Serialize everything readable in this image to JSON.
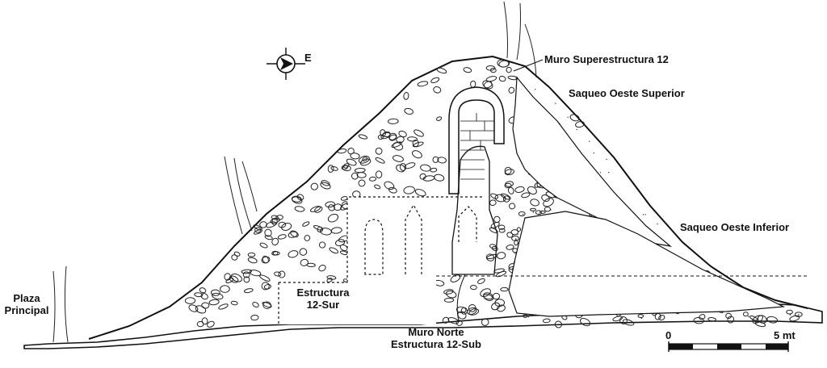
{
  "labels": {
    "plaza": [
      "Plaza",
      "Principal"
    ],
    "estructura_sur": [
      "Estructura",
      "12-Sur"
    ],
    "muro_norte": [
      "Muro Norte",
      "Estructura 12-Sub"
    ],
    "muro_superestructura": "Muro Superestructura 12",
    "saqueo_superior": "Saqueo Oeste Superior",
    "saqueo_inferior": "Saqueo Oeste Inferior"
  },
  "north_arrow": {
    "direction": "E"
  },
  "scale_bar": {
    "start": "0",
    "end": "5 mt",
    "segments": 5
  },
  "colors": {
    "ink": "#111111",
    "paper": "#ffffff"
  }
}
